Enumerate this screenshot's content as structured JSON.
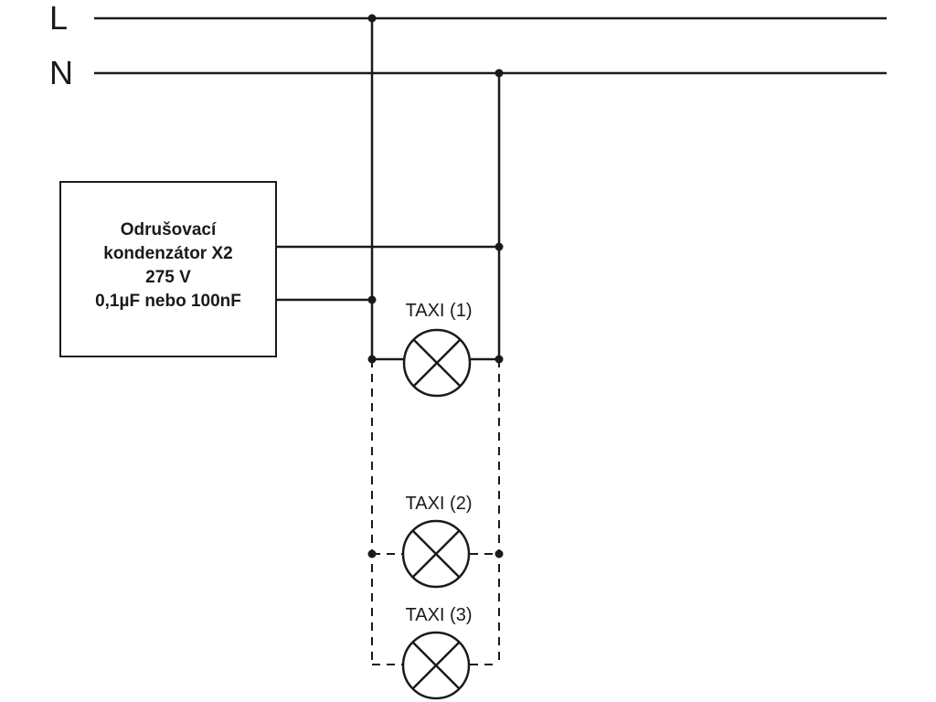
{
  "rails": {
    "live_label": "L",
    "neutral_label": "N"
  },
  "capacitor": {
    "line1": "Odrušovací",
    "line2": "kondenzátor X2",
    "line3": "275 V",
    "line4": "0,1µF nebo 100nF"
  },
  "lamps": [
    {
      "label": "TAXI (1)"
    },
    {
      "label": "TAXI (2)"
    },
    {
      "label": "TAXI (3)"
    }
  ]
}
